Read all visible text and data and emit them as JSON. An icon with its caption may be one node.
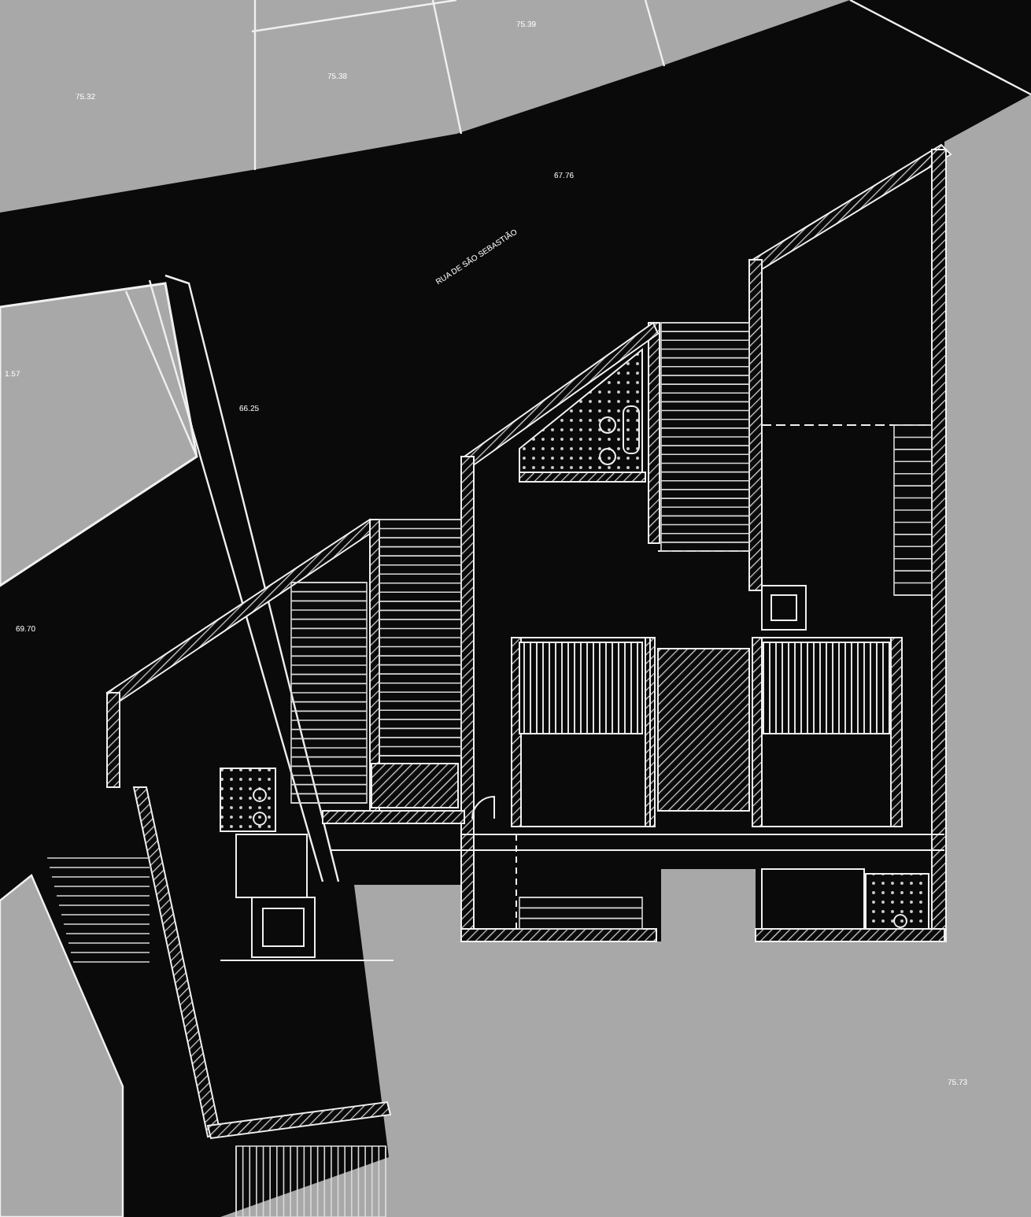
{
  "diagram": {
    "labels": [
      "75.32",
      "75.38",
      "75.39",
      "67.76",
      "RUA DE SÃO SEBASTIÃO",
      "1.57",
      "66.25",
      "69.70",
      "75.73"
    ]
  }
}
